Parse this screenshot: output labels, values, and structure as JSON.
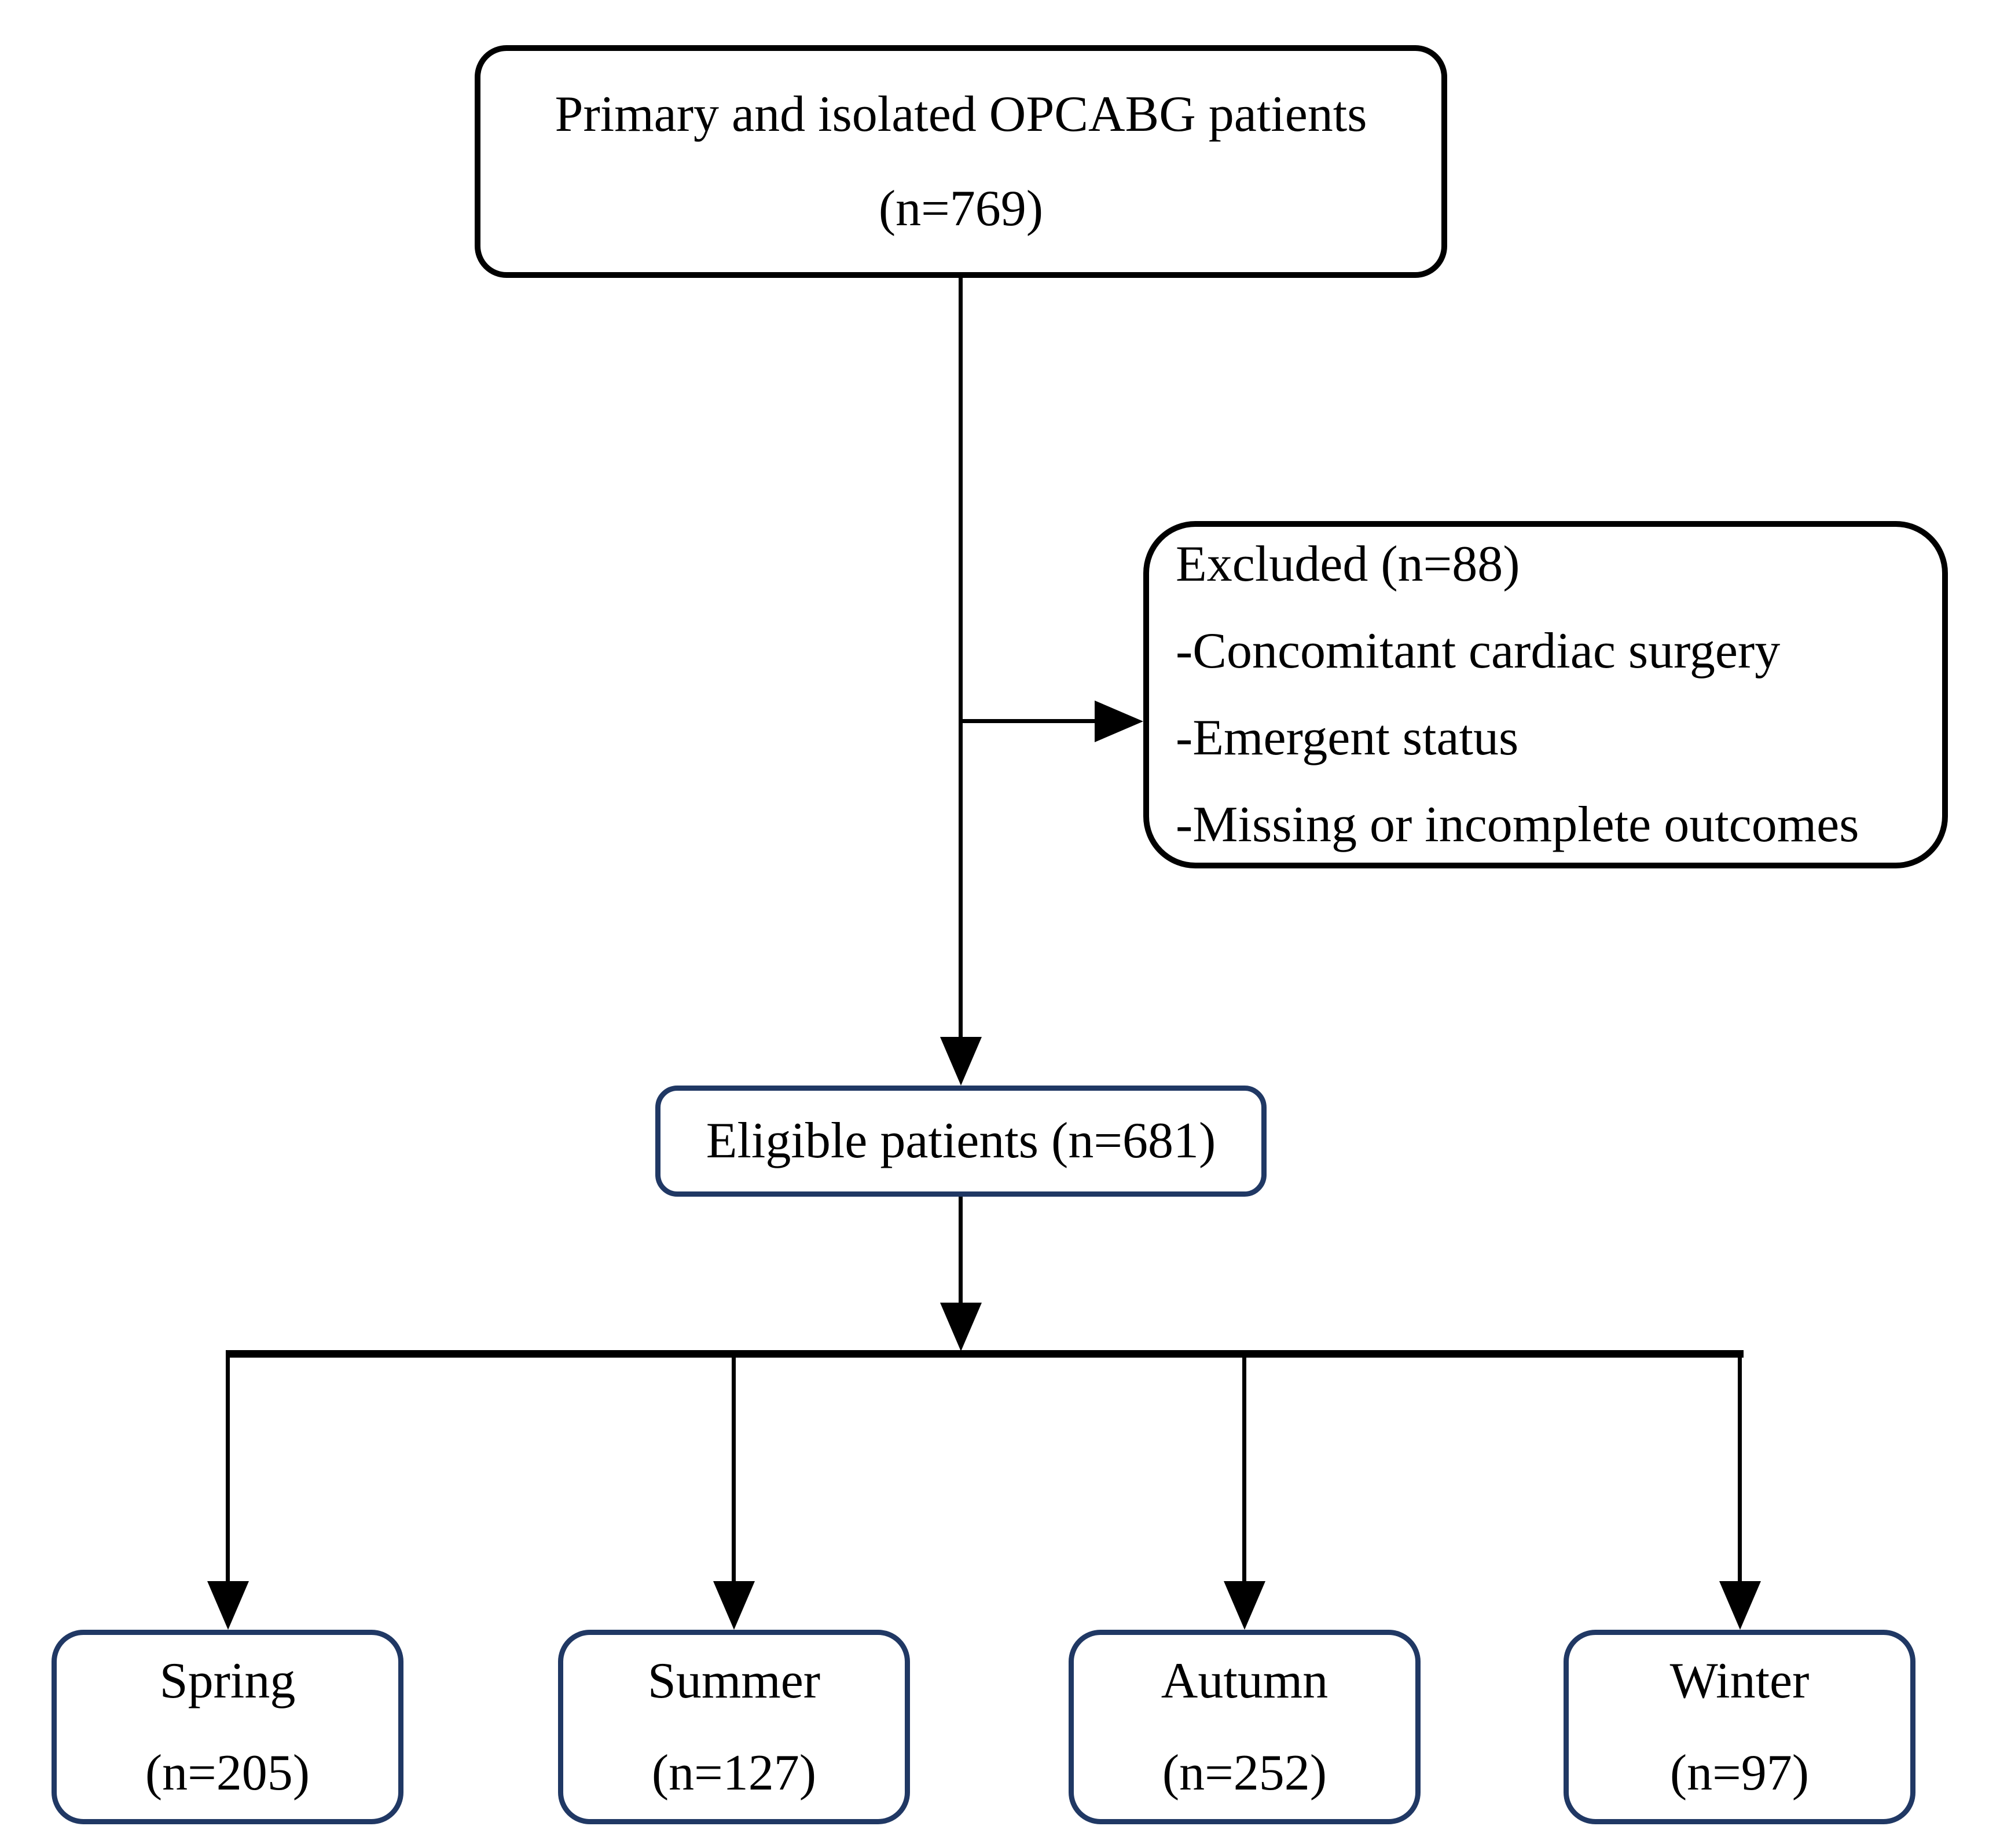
{
  "flow": {
    "top": {
      "line1": "Primary and isolated OPCABG patients",
      "line2": "(n=769)"
    },
    "excluded": {
      "title": "Excluded (n=88)",
      "items": [
        "-Concomitant cardiac surgery",
        "-Emergent status",
        "-Missing or incomplete outcomes"
      ]
    },
    "eligible": {
      "label": "Eligible patients (n=681)"
    },
    "seasons": [
      {
        "name": "Spring",
        "count": "(n=205)"
      },
      {
        "name": "Summer",
        "count": "(n=127)"
      },
      {
        "name": "Autumn",
        "count": "(n=252)"
      },
      {
        "name": "Winter",
        "count": "(n=97)"
      }
    ],
    "colors": {
      "line_black": "#000000",
      "navy_border": "#203864",
      "background": "#ffffff"
    }
  }
}
